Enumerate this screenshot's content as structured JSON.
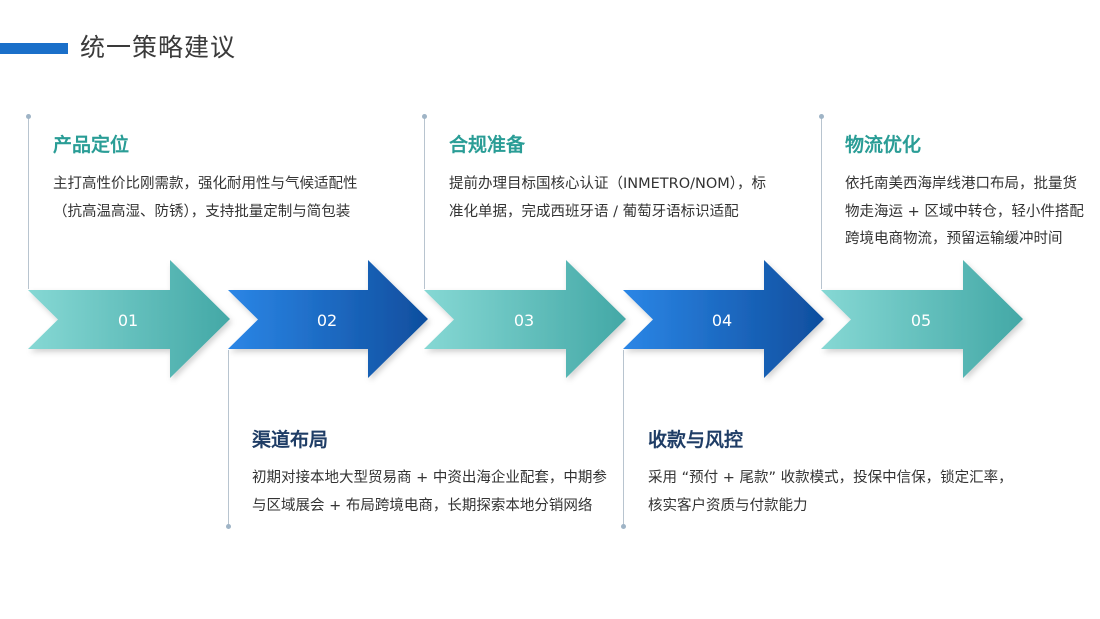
{
  "page_title": "统一策略建议",
  "colors": {
    "accent_blue": "#1a6fc9",
    "teal_heading": "#2a9d96",
    "navy_heading": "#1f3d66",
    "teal_arrow": "#6fcfcb",
    "blue_arrow": "#1d6fd6"
  },
  "steps": [
    {
      "number": "01",
      "title": "产品定位",
      "desc": "主打高性价比刚需款，强化耐用性与气候适配性（抗高温高湿、防锈），支持批量定制与简包装"
    },
    {
      "number": "02",
      "title": "渠道布局",
      "desc": "初期对接本地大型贸易商 + 中资出海企业配套，中期参与区域展会 + 布局跨境电商，长期探索本地分销网络"
    },
    {
      "number": "03",
      "title": "合规准备",
      "desc": "提前办理目标国核心认证（INMETRO/NOM），标准化单据，完成西班牙语 / 葡萄牙语标识适配"
    },
    {
      "number": "04",
      "title": "收款与风控",
      "desc": "采用 “预付 + 尾款” 收款模式，投保中信保，锁定汇率，核实客户资质与付款能力"
    },
    {
      "number": "05",
      "title": "物流优化",
      "desc": "依托南美西海岸线港口布局，批量货物走海运 + 区域中转仓，轻小件搭配跨境电商物流，预留运输缓冲时间"
    }
  ]
}
